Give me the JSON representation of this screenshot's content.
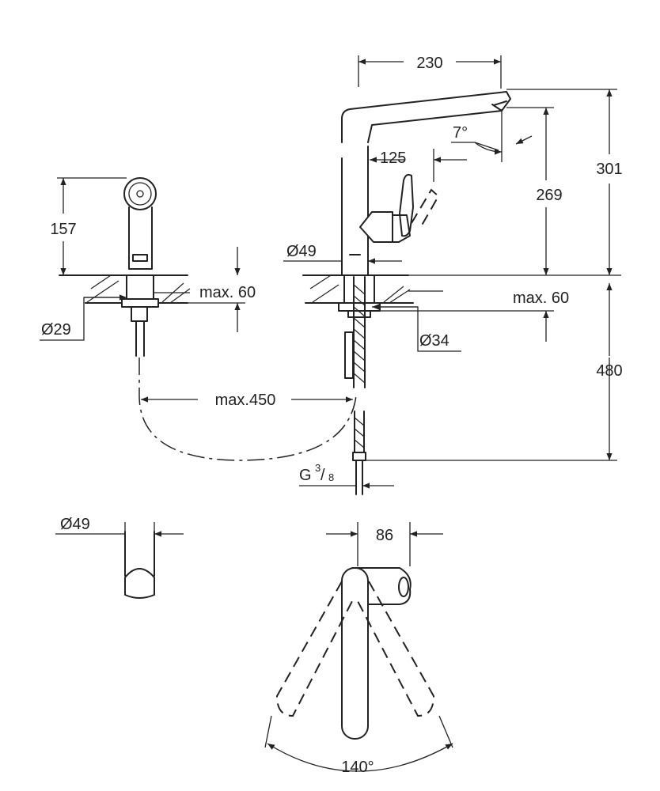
{
  "dimensions": {
    "spout_reach": "230",
    "angle_spout": "7°",
    "lever_offset": "125",
    "height_total": "301",
    "height_spout": "269",
    "hand_shower_height": "157",
    "body_diameter": "Ø49",
    "deck_max_left": "max. 60",
    "deck_max_right": "max. 60",
    "hole_left": "Ø29",
    "hole_right": "Ø34",
    "hose_reach": "max.450",
    "below_deck": "480",
    "connection_prefix": "G",
    "connection_num": "3",
    "connection_den": "8",
    "head_diameter": "Ø49",
    "lever_width": "86",
    "swivel_angle": "140°"
  }
}
